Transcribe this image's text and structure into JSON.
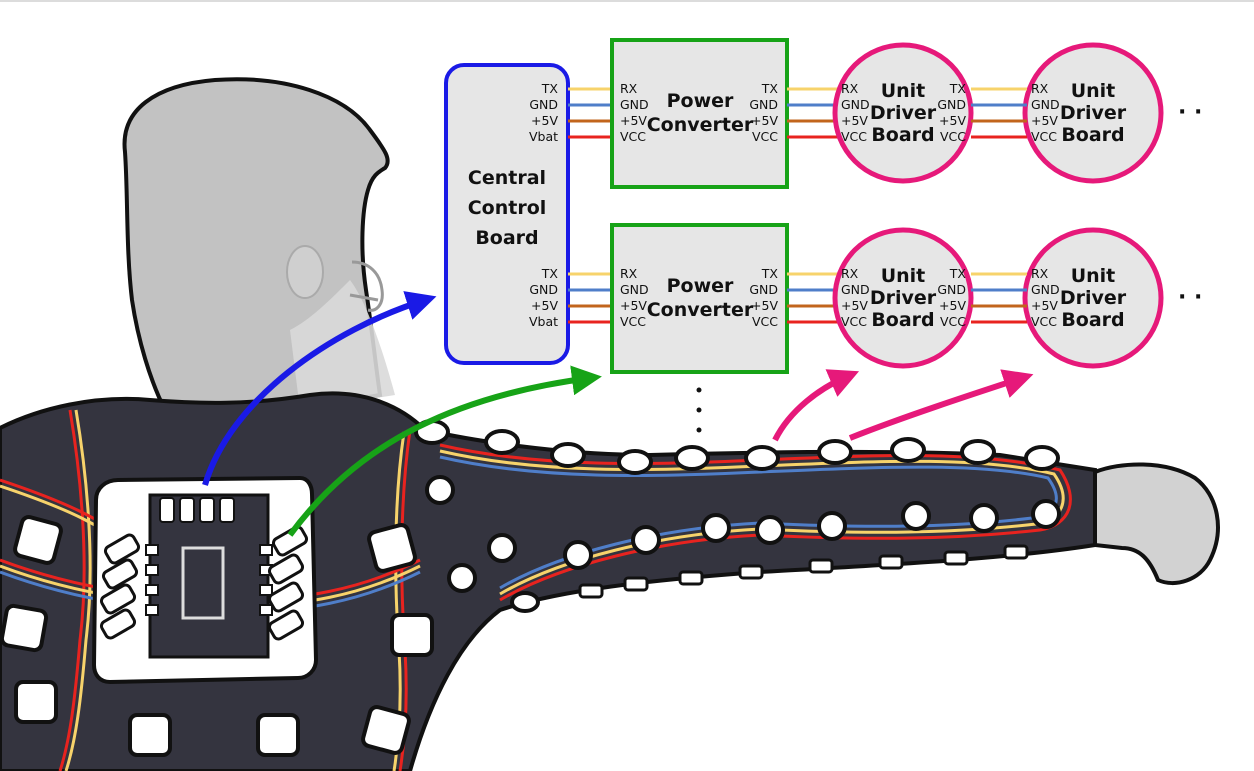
{
  "central_board": {
    "title_lines": [
      "Central",
      "Control",
      "Board"
    ]
  },
  "power_converter": {
    "title_lines": [
      "Power",
      "Converter"
    ]
  },
  "unit_driver_board": {
    "title_lines": [
      "Unit",
      "Driver",
      "Board"
    ]
  },
  "pins": {
    "central_out": [
      "TX",
      "GND",
      "+5V",
      "Vbat"
    ],
    "converter_in": [
      "RX",
      "GND",
      "+5V",
      "VCC"
    ],
    "converter_out": [
      "TX",
      "GND",
      "+5V",
      "VCC"
    ],
    "unit_in": [
      "RX",
      "GND",
      "+5V",
      "VCC"
    ],
    "unit_out": [
      "TX",
      "GND",
      "+5V",
      "VCC"
    ]
  },
  "continuation_marks": {
    "horizontal": "· ·",
    "vertical": "⋮"
  },
  "colors": {
    "central_board_border": "#1a1ae6",
    "power_converter_border": "#17a317",
    "unit_board_border": "#e6197a",
    "box_fill": "#e6e6e6",
    "wire_tx": "#f7d36b",
    "wire_gnd": "#4f7ec9",
    "wire_5v": "#c2651c",
    "wire_vcc": "#e8231f",
    "arrow_central": "#1a1ae6",
    "arrow_converter": "#17a317",
    "arrow_unit": "#e6197a",
    "suit": "#34343f",
    "skin": "#d2d2d2"
  }
}
